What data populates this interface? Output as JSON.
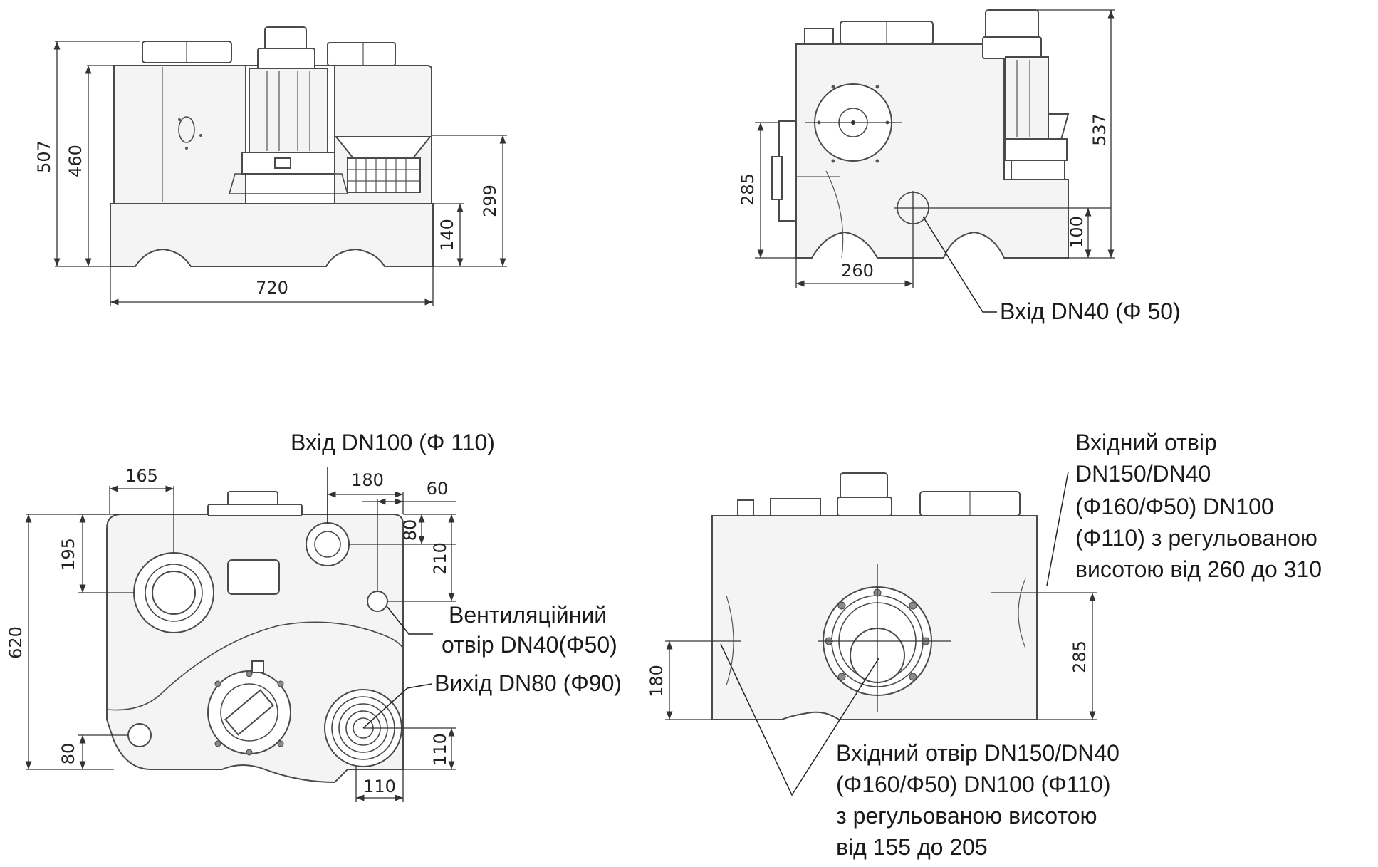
{
  "front_view": {
    "dimensions": [
      "507",
      "460",
      "299",
      "140",
      "720"
    ]
  },
  "side_view": {
    "dimensions": [
      "537",
      "285",
      "100",
      "260"
    ],
    "inlet_label": "Вхід DN40 (Φ 50)"
  },
  "top_view": {
    "dimensions": [
      "165",
      "195",
      "180",
      "60",
      "80",
      "210",
      "620",
      "80",
      "110",
      "110"
    ],
    "inlet_label": "Вхід DN100 (Φ 110)",
    "vent_label": [
      "Вентиляційний",
      "отвір DN40(Φ50)"
    ],
    "outlet_label": "Вихід DN80 (Φ90)"
  },
  "rear_view": {
    "dimensions": [
      "180",
      "285"
    ],
    "inlet_side_label": [
      "Вхідний отвір",
      "DN150/DN40",
      "(Φ160/Φ50) DN100",
      "(Φ110) з регульованою",
      "висотою від 260 до 310"
    ],
    "inlet_bottom_label": [
      "Вхідний отвір DN150/DN40",
      "(Φ160/Φ50) DN100 (Φ110)",
      "з регульованою висотою",
      "від 155 до 205"
    ]
  }
}
